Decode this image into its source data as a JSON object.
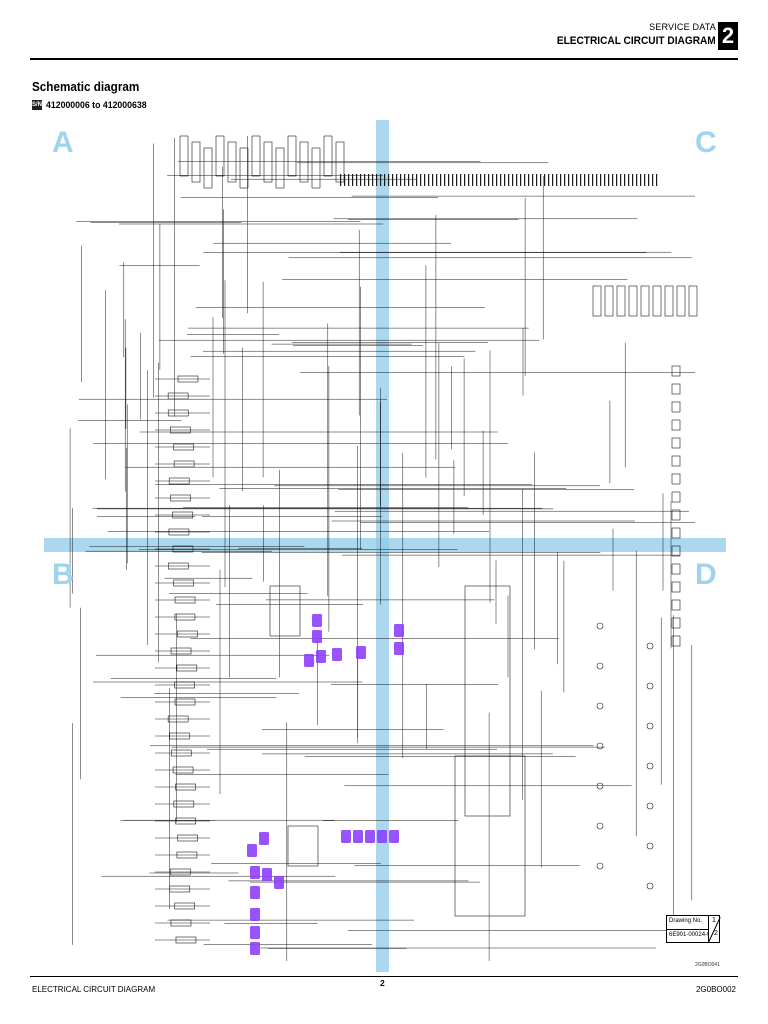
{
  "header": {
    "section": "SERVICE DATA",
    "title": "ELECTRICAL CIRCUIT DIAGRAM",
    "chapter": "2"
  },
  "page": {
    "title": "Schematic diagram",
    "model_badge": "S/N",
    "serial_range": "412000006 to 412000638"
  },
  "schematic": {
    "zones": [
      "A",
      "B",
      "C",
      "D"
    ],
    "colors": {
      "zone_letter": "#9fd3ee",
      "split_band": "#8fcbe8",
      "highlight": "#8a3cff",
      "wire": "#1a1a1a"
    }
  },
  "drawing": {
    "label": "Drawing No.",
    "number": "6E901-00024-02",
    "sheet": "1",
    "total": "2"
  },
  "figure_code": "2G0BO041",
  "footer": {
    "left": "ELECTRICAL CIRCUIT DIAGRAM",
    "page_number": "2",
    "right": "2G0BO002"
  }
}
